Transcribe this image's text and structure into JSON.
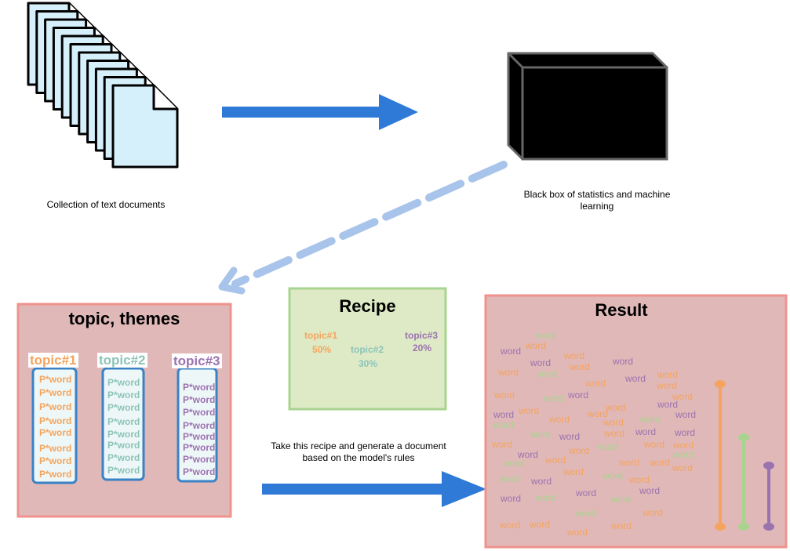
{
  "collection": {
    "caption": "Collection of text documents"
  },
  "black_box": {
    "caption": "Black box of statistics and machine learning"
  },
  "topics_panel": {
    "title": "topic, themes",
    "columns": [
      {
        "label": "topic#1",
        "color": "#f5a45d",
        "words": [
          "P*word",
          "P*word",
          "P*word",
          "P*word",
          "P*word",
          "P*word",
          "P*word",
          "P*word"
        ]
      },
      {
        "label": "topic#2",
        "color": "#8cc4b8",
        "words": [
          "P*word",
          "P*word",
          "P*word",
          "P*word",
          "P*word",
          "P*word",
          "P*word",
          "P*word"
        ]
      },
      {
        "label": "topic#3",
        "color": "#9b72b0",
        "words": [
          "P*word",
          "P*word",
          "P*word",
          "P*word",
          "P*word",
          "P*word",
          "P*word",
          "P*word"
        ]
      }
    ]
  },
  "recipe": {
    "title": "Recipe",
    "items": [
      {
        "topic": "topic#1",
        "pct": "50%",
        "color": "#f5a45d"
      },
      {
        "topic": "topic#2",
        "pct": "30%",
        "color": "#8cc4b8"
      },
      {
        "topic": "topic#3",
        "pct": "20%",
        "color": "#9b72b0"
      }
    ]
  },
  "generate_caption": "Take this recipe and generate a document based on the model's rules",
  "result": {
    "title": "Result",
    "word": "word",
    "colors": {
      "orange": "#f5a45d",
      "green": "#a8d490",
      "purple": "#9b72b0"
    },
    "bars": [
      {
        "color": "#f5a45d",
        "share": 0.5
      },
      {
        "color": "#a8d490",
        "share": 0.3
      },
      {
        "color": "#9b72b0",
        "share": 0.2
      }
    ]
  }
}
